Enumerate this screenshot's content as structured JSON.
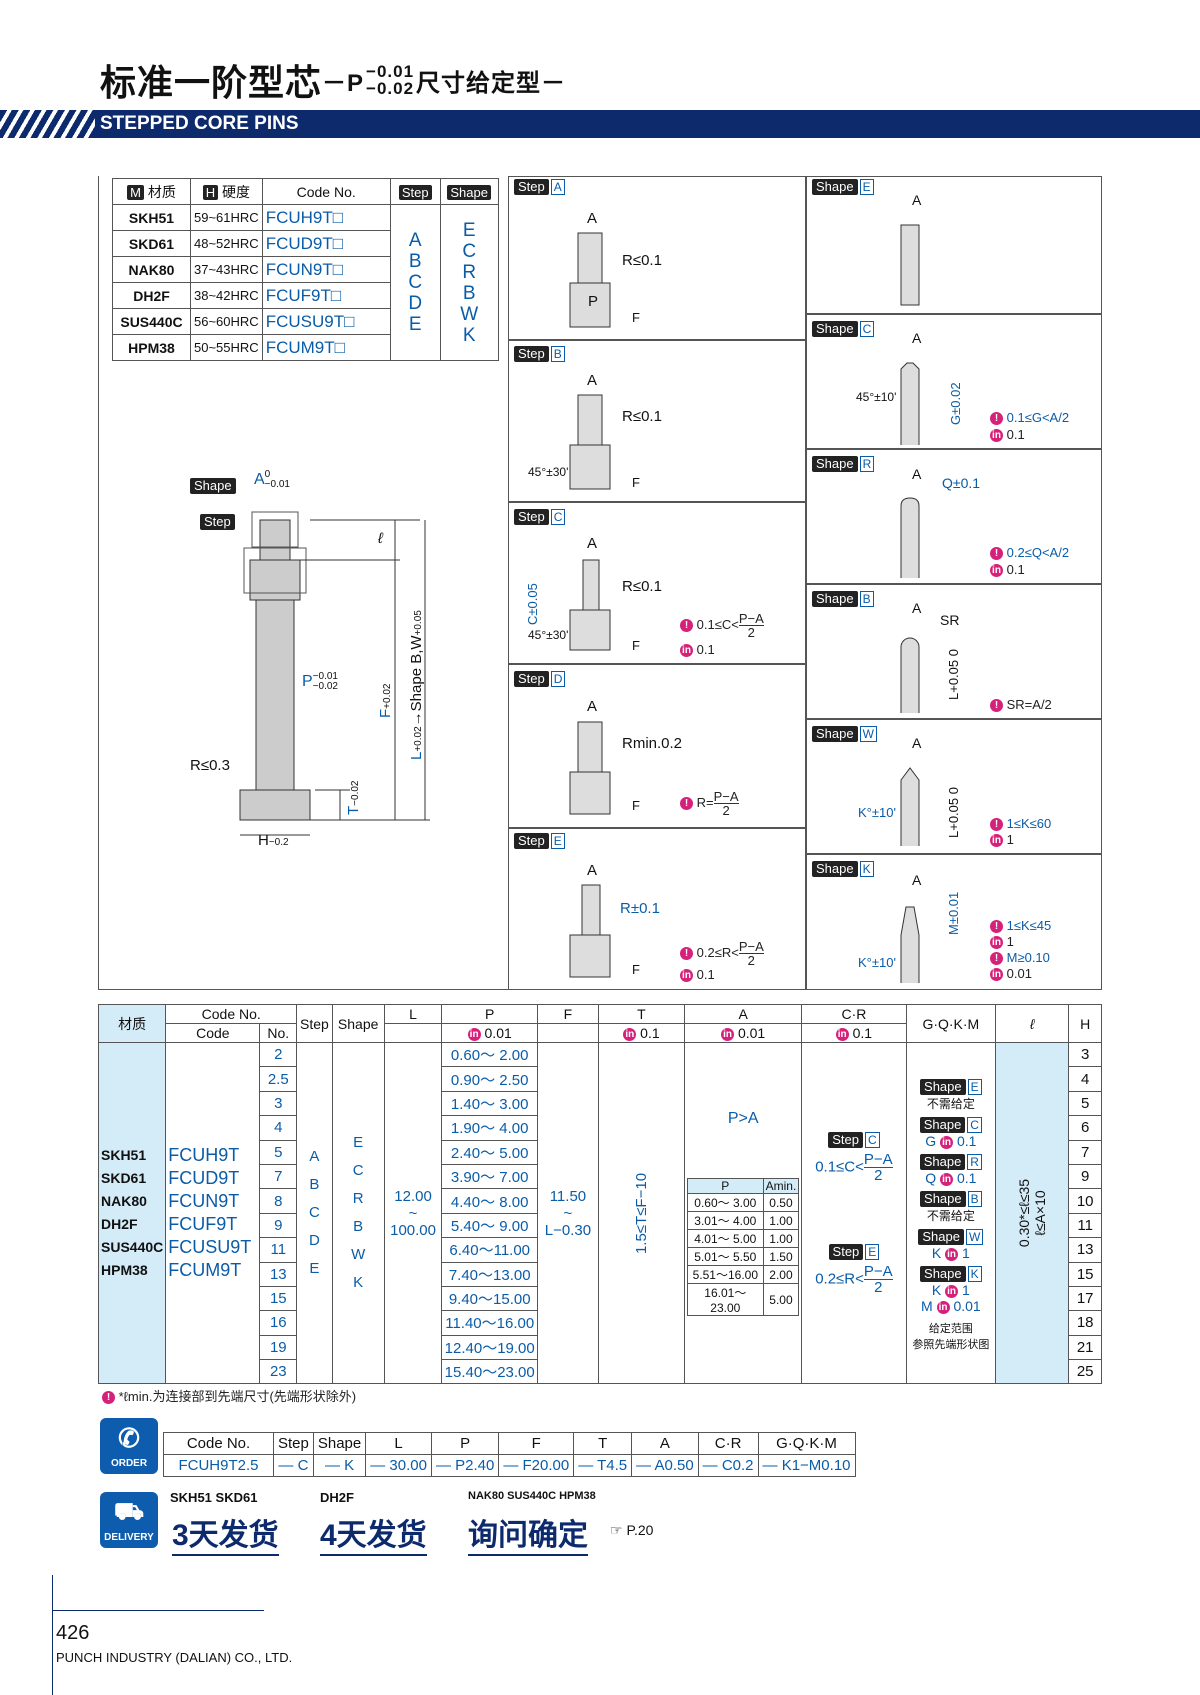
{
  "title": {
    "main": "标准一阶型芯",
    "dash1": "－P",
    "tol_top": "−0.01",
    "tol_bot": "−0.02",
    "suffix": "尺寸给定型",
    "dash2": "－"
  },
  "banner": "STEPPED CORE PINS",
  "material_table": {
    "headers": {
      "material": "材质",
      "hardness": "硬度",
      "code": "Code No.",
      "step": "Step",
      "shape": "Shape",
      "m_icon": "M",
      "h_icon": "H"
    },
    "rows": [
      {
        "mat": "SKH51",
        "hard": "59~61HRC",
        "code": "FCUH9T□"
      },
      {
        "mat": "SKD61",
        "hard": "48~52HRC",
        "code": "FCUD9T□"
      },
      {
        "mat": "NAK80",
        "hard": "37~43HRC",
        "code": "FCUN9T□"
      },
      {
        "mat": "DH2F",
        "hard": "38~42HRC",
        "code": "FCUF9T□"
      },
      {
        "mat": "SUS440C",
        "hard": "56~60HRC",
        "code": "FCUSU9T□"
      },
      {
        "mat": "HPM38",
        "hard": "50~55HRC",
        "code": "FCUM9T□"
      }
    ],
    "step_values": "A\nB\nC\nD\nE",
    "shape_values": "E\nC\nR\nB\nW\nK"
  },
  "main_drawing": {
    "shape": "Shape",
    "step": "Step",
    "a_tol": "A",
    "a_t1": "0",
    "a_t2": "−0.01",
    "l_label": "ℓ",
    "l_dim": "L",
    "l_t": "+0.02",
    "l_t2": "0",
    "l_arrow": "→Shape B,W",
    "l_t3": "+0.05",
    "l_t4": "0",
    "f_dim": "F",
    "f_t": "+0.02",
    "f_t2": "0",
    "p_label": "P",
    "p_t1": "−0.01",
    "p_t2": "−0.02",
    "r_label": "R≤0.3",
    "t_label": "T",
    "t_t1": "0",
    "t_t2": "−0.02",
    "h_label": "H",
    "h_t1": "0",
    "h_t2": "−0.2"
  },
  "steps": [
    {
      "lbl": "Step",
      "code": "A",
      "a": "A",
      "r": "R≤0.1",
      "p": "P",
      "f": "F"
    },
    {
      "lbl": "Step",
      "code": "B",
      "a": "A",
      "r": "R≤0.1",
      "ang": "45°±30'",
      "f": "F"
    },
    {
      "lbl": "Step",
      "code": "C",
      "a": "A",
      "r": "R≤0.1",
      "c": "C±0.05",
      "ang": "45°±30'",
      "f": "F",
      "note": "0.1≤C<",
      "frac_n": "P−A",
      "frac_d": "2",
      "note2": "0.1"
    },
    {
      "lbl": "Step",
      "code": "D",
      "a": "A",
      "r": "Rmin.0.2",
      "f": "F",
      "note": "R=",
      "frac_n": "P−A",
      "frac_d": "2"
    },
    {
      "lbl": "Step",
      "code": "E",
      "a": "A",
      "r": "R±0.1",
      "f": "F",
      "note": "0.2≤R<",
      "frac_n": "P−A",
      "frac_d": "2",
      "note2": "0.1"
    }
  ],
  "shapes": [
    {
      "lbl": "Shape",
      "code": "E",
      "a": "A"
    },
    {
      "lbl": "Shape",
      "code": "C",
      "a": "A",
      "g": "G±0.02",
      "ang": "45°±10'",
      "note": "0.1≤G<A/2",
      "note2": "0.1"
    },
    {
      "lbl": "Shape",
      "code": "R",
      "a": "A",
      "q": "Q±0.1",
      "note": "0.2≤Q<A/2",
      "note2": "0.1"
    },
    {
      "lbl": "Shape",
      "code": "B",
      "a": "A",
      "sr": "SR",
      "l": "L+0.05 0",
      "note": "SR=A/2"
    },
    {
      "lbl": "Shape",
      "code": "W",
      "a": "A",
      "k": "K°±10'",
      "l": "L+0.05 0",
      "note": "1≤K≤60",
      "note2": "1"
    },
    {
      "lbl": "Shape",
      "code": "K",
      "a": "A",
      "m": "M±0.01",
      "k": "K°±10'",
      "note": "1≤K≤45",
      "note2": "1",
      "note3": "M≥0.10",
      "note4": "0.01"
    }
  ],
  "spec_table": {
    "h": {
      "mat": "材质",
      "codeno": "Code No.",
      "code": "Code",
      "no": "No.",
      "step": "Step",
      "shape": "Shape",
      "L": "L",
      "P": "P",
      "F": "F",
      "T": "T",
      "A": "A",
      "CR": "C·R",
      "GQKM": "G·Q·K·M",
      "ell": "ℓ",
      "H": "H",
      "p_inc": "0.01",
      "t_inc": "0.1",
      "a_inc": "0.01",
      "cr_inc": "0.1"
    },
    "materials": "SKH51\nSKD61\nNAK80\nDH2F\nSUS440C\nHPM38",
    "codes": "FCUH9T\nFCUD9T\nFCUN9T\nFCUF9T\nFCUSU9T\nFCUM9T",
    "rows": [
      {
        "no": "2",
        "p": "0.60～ 2.00",
        "h": "3"
      },
      {
        "no": "2.5",
        "p": "0.90～ 2.50",
        "h": "4"
      },
      {
        "no": "3",
        "p": "1.40～ 3.00",
        "h": "5"
      },
      {
        "no": "4",
        "p": "1.90～ 4.00",
        "h": "6"
      },
      {
        "no": "5",
        "p": "2.40～ 5.00",
        "h": "7"
      },
      {
        "no": "7",
        "p": "3.90～ 7.00",
        "h": "9"
      },
      {
        "no": "8",
        "p": "4.40～ 8.00",
        "h": "10"
      },
      {
        "no": "9",
        "p": "5.40～ 9.00",
        "h": "11"
      },
      {
        "no": "11",
        "p": "6.40～11.00",
        "h": "13"
      },
      {
        "no": "13",
        "p": "7.40～13.00",
        "h": "15"
      },
      {
        "no": "15",
        "p": "9.40～15.00",
        "h": "17"
      },
      {
        "no": "16",
        "p": "11.40～16.00",
        "h": "18"
      },
      {
        "no": "19",
        "p": "12.40～19.00",
        "h": "21"
      },
      {
        "no": "23",
        "p": "15.40～23.00",
        "h": "25"
      }
    ],
    "step_col": "A\nB\nC\nD\nE",
    "shape_col": "E\nC\nR\nB\nW\nK",
    "L_range": "12.00\n~\n100.00",
    "F_range": "11.50\n~\nL−0.30",
    "T_range": "1.5≤T≤F−10",
    "A_cond": "P>A",
    "amin": {
      "h1": "P",
      "h2": "Amin.",
      "rows": [
        [
          "0.60～ 3.00",
          "0.50"
        ],
        [
          "3.01～ 4.00",
          "1.00"
        ],
        [
          "4.01～ 5.00",
          "1.00"
        ],
        [
          "5.01～ 5.50",
          "1.50"
        ],
        [
          "5.51～16.00",
          "2.00"
        ],
        [
          "16.01～23.00",
          "5.00"
        ]
      ]
    },
    "cr_c": {
      "lbl": "Step",
      "code": "C",
      "text": "0.1≤C<",
      "n": "P−A",
      "d": "2"
    },
    "cr_e": {
      "lbl": "Step",
      "code": "E",
      "text": "0.2≤R<",
      "n": "P−A",
      "d": "2"
    },
    "gqkm": [
      {
        "code": "E",
        "text": "不需给定"
      },
      {
        "code": "C",
        "text": "G",
        "v": "0.1"
      },
      {
        "code": "R",
        "text": "Q",
        "v": "0.1"
      },
      {
        "code": "B",
        "text": "不需给定"
      },
      {
        "code": "W",
        "text": "K",
        "v": "1"
      },
      {
        "code": "K",
        "text": "K",
        "v": "1",
        "text2": "M",
        "v2": "0.01"
      }
    ],
    "gqkm_note": "给定范围\n参照先端形状图",
    "ell_range": "0.30*≤ℓ≤35\nℓ≤A×10",
    "footnote": "*ℓmin.为连接部到先端尺寸(先端形状除外)"
  },
  "order": {
    "icon_label": "ORDER",
    "headers": [
      "Code No.",
      "Step",
      "Shape",
      "L",
      "P",
      "F",
      "T",
      "A",
      "C·R",
      "G·Q·K·M"
    ],
    "values": [
      "FCUH9T2.5",
      "—",
      "C",
      "—",
      "K",
      "—",
      "30.00",
      "—",
      "P2.40",
      "—",
      "F20.00",
      "—",
      "T4.5",
      "—",
      "A0.50",
      "—",
      "C0.2",
      "—",
      "K1−M0.10"
    ]
  },
  "delivery": {
    "icon_label": "DELIVERY",
    "g1_mats": "SKH51  SKD61",
    "g1_text": "3天发货",
    "g2_mats": "DH2F",
    "g2_text": "4天发货",
    "g3_mats": "NAK80  SUS440C  HPM38",
    "g3_text": "询问确定",
    "ref": "☞ P.20"
  },
  "footer": {
    "page": "426",
    "company": "PUNCH INDUSTRY (DALIAN) CO., LTD."
  }
}
